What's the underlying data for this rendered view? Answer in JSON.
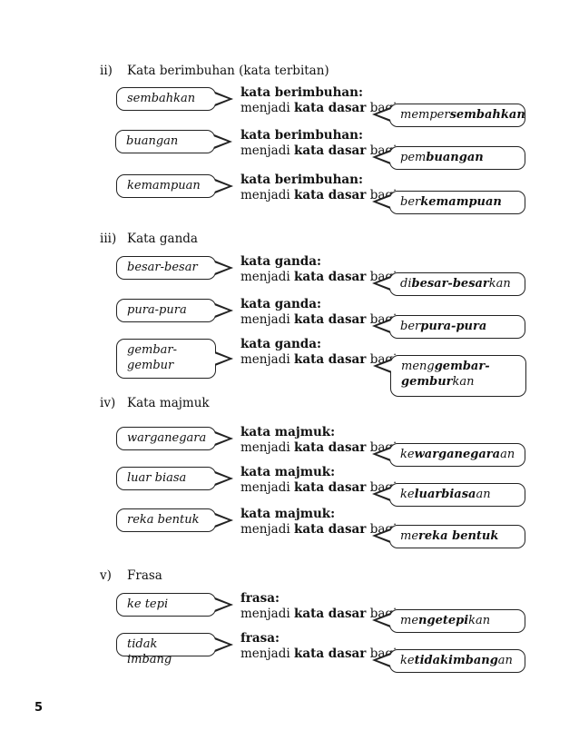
{
  "page_number": "5",
  "mid_text": {
    "prefix": "menjadi ",
    "bold": "kata dasar",
    "suffix": " bagi"
  },
  "sections": [
    {
      "num": "ii)",
      "title": "Kata berimbuhan (kata terbitan)",
      "rows": [
        {
          "word": "sembahkan",
          "label": "kata berimbuhan:",
          "result": [
            {
              "t": "memper",
              "b": false
            },
            {
              "t": "sembahkan",
              "b": true
            }
          ]
        },
        {
          "word": "buangan",
          "label": "kata berimbuhan:",
          "result": [
            {
              "t": "pem",
              "b": false
            },
            {
              "t": "buangan",
              "b": true
            }
          ]
        },
        {
          "word": "kemampuan",
          "label": "kata berimbuhan:",
          "result": [
            {
              "t": "ber",
              "b": false
            },
            {
              "t": "kemampuan",
              "b": true
            }
          ]
        }
      ]
    },
    {
      "num": "iii)",
      "title": "Kata ganda",
      "rows": [
        {
          "word": "besar-besar",
          "label": "kata ganda:",
          "result": [
            {
              "t": "di",
              "b": false
            },
            {
              "t": "besar-besar",
              "b": true
            },
            {
              "t": "kan",
              "b": false
            }
          ]
        },
        {
          "word": "pura-pura",
          "label": "kata ganda:",
          "result": [
            {
              "t": "ber",
              "b": false
            },
            {
              "t": "pura-pura",
              "b": true
            }
          ]
        },
        {
          "word": "gembar-\ngembur",
          "label": "kata ganda:",
          "result": [
            {
              "t": "meng",
              "b": false
            },
            {
              "t": "gembar-\ngembur",
              "b": true
            },
            {
              "t": "kan",
              "b": false
            }
          ]
        }
      ]
    },
    {
      "num": "iv)",
      "title": "Kata majmuk",
      "rows": [
        {
          "word": "warganegara",
          "label": "kata majmuk:",
          "result": [
            {
              "t": "ke",
              "b": false
            },
            {
              "t": "warganegara",
              "b": true
            },
            {
              "t": "an",
              "b": false
            }
          ]
        },
        {
          "word": "luar biasa",
          "label": "kata majmuk:",
          "result": [
            {
              "t": "ke",
              "b": false
            },
            {
              "t": "luarbiasa",
              "b": true
            },
            {
              "t": "an",
              "b": false
            }
          ]
        },
        {
          "word": "reka bentuk",
          "label": "kata majmuk:",
          "result": [
            {
              "t": "me",
              "b": false
            },
            {
              "t": "reka bentuk",
              "b": true
            }
          ]
        }
      ]
    },
    {
      "num": "v)",
      "title": "Frasa",
      "rows": [
        {
          "word": "ke tepi",
          "label": "frasa:",
          "result": [
            {
              "t": "me",
              "b": false
            },
            {
              "t": "ngetepi",
              "b": true
            },
            {
              "t": "kan",
              "b": false
            }
          ]
        },
        {
          "word": "tidak imbang",
          "label": "frasa:",
          "result": [
            {
              "t": "ke",
              "b": false
            },
            {
              "t": "tidakimbang",
              "b": true
            },
            {
              "t": "an",
              "b": false
            }
          ]
        }
      ]
    }
  ]
}
